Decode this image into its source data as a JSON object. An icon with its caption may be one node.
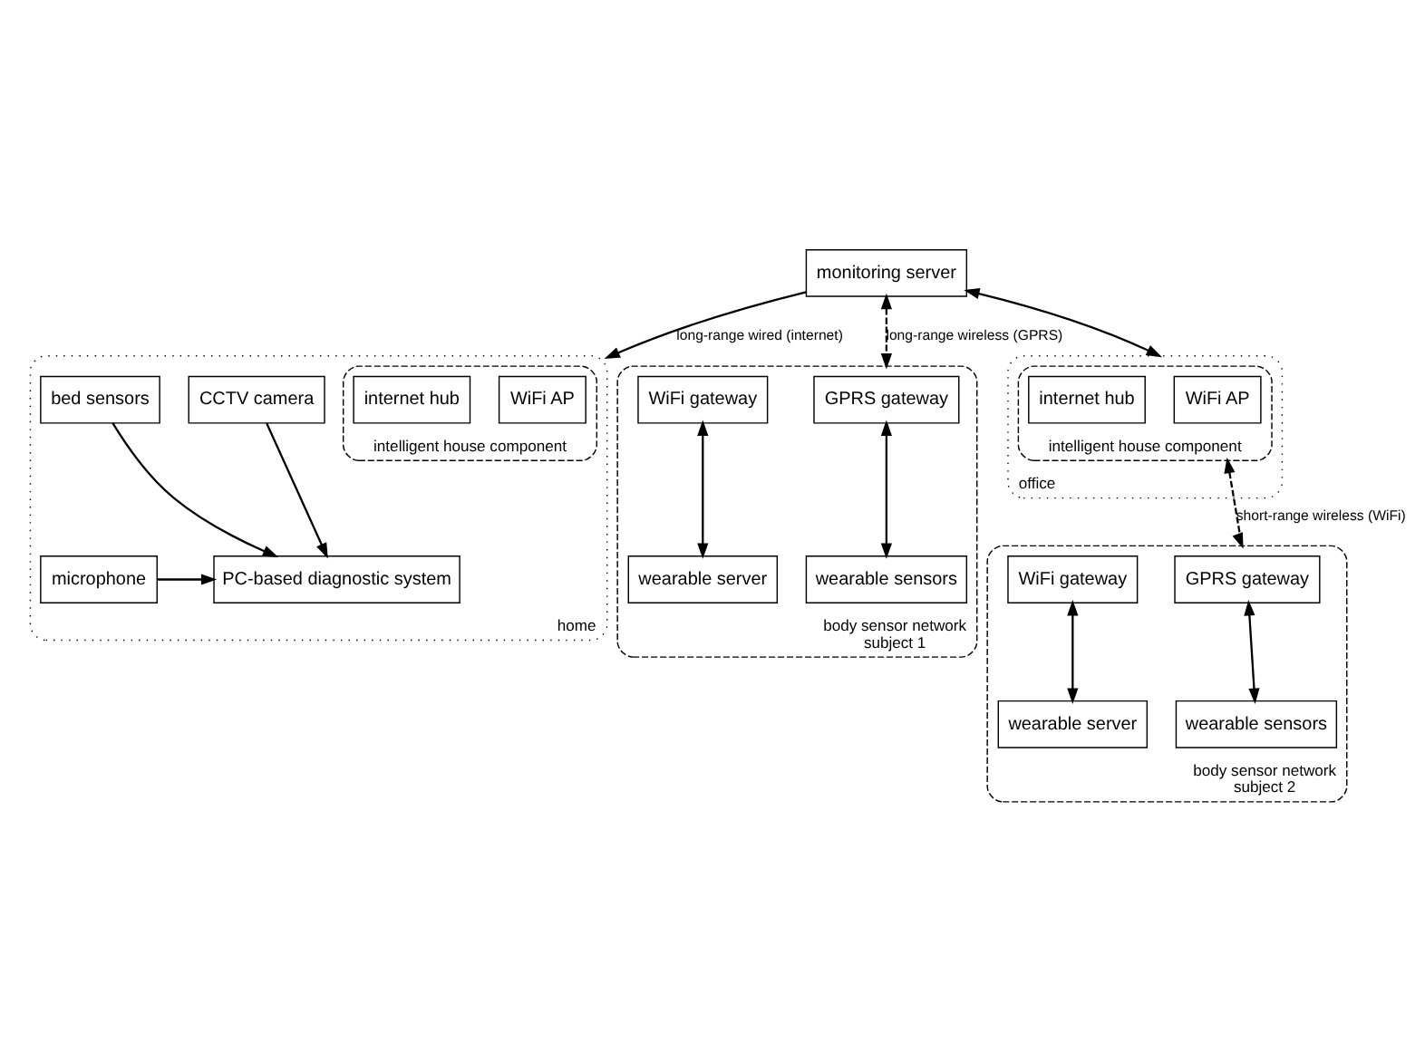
{
  "diagram": {
    "nodes": [
      {
        "text": [
          "monitoring server"
        ]
      },
      {
        "text": [
          "office"
        ]
      },
      {
        "text": [
          "intelligent house component"
        ],
        "in": 1
      },
      {
        "text": [
          "WiFi AP"
        ],
        "in": 2
      },
      {
        "text": [
          "internet hub"
        ],
        "in": 2
      },
      {
        "text": [
          "home"
        ]
      },
      {
        "text": [
          "intelligent house component"
        ],
        "in": 5
      },
      {
        "text": [
          "WiFi AP"
        ],
        "in": 6
      },
      {
        "text": [
          "internet hub"
        ],
        "in": 6
      },
      {
        "text": [
          "CCTV camera"
        ],
        "in": 5
      },
      {
        "text": [
          "bed sensors"
        ],
        "in": 5
      },
      {
        "text": [
          "microphone"
        ],
        "in": 5
      },
      {
        "text": [
          "PC-based diagnostic system"
        ],
        "in": 5
      },
      {
        "text": [
          "body sensor network",
          "subject 1"
        ]
      },
      {
        "text": [
          "GPRS gateway"
        ],
        "in": 13
      },
      {
        "text": [
          "WiFi gateway"
        ],
        "in": 13
      },
      {
        "text": [
          "wearable sensors"
        ],
        "in": 13
      },
      {
        "text": [
          "wearable server"
        ],
        "in": 13
      },
      {
        "text": [
          "body sensor network",
          "subject 2"
        ]
      },
      {
        "text": [
          "GPRS gateway"
        ],
        "in": 18
      },
      {
        "text": [
          "WiFi gateway"
        ],
        "in": 18
      },
      {
        "text": [
          "wearable sensors"
        ],
        "in": 18
      },
      {
        "text": [
          "wearable server"
        ],
        "in": 18
      }
    ],
    "edges": [
      {
        "from": 0,
        "to": 1,
        "arrow": "both"
      },
      {
        "from": 0,
        "to": 5,
        "arrow": "to",
        "label": "long-range wired (internet)"
      },
      {
        "from": 0,
        "to": 13,
        "arrow": "both",
        "style": "dashed",
        "label": "long-range wireless (GPRS)"
      },
      {
        "from": 2,
        "to": 18,
        "arrow": "both",
        "style": "dashed",
        "label": "short-range wireless (WiFi)"
      },
      {
        "from": 9,
        "to": 12,
        "arrow": "to"
      },
      {
        "from": 10,
        "to": 12,
        "arrow": "to"
      },
      {
        "from": 11,
        "to": 12,
        "arrow": "to"
      },
      {
        "from": 14,
        "to": 16,
        "arrow": "both"
      },
      {
        "from": 15,
        "to": 17,
        "arrow": "both"
      },
      {
        "from": 19,
        "to": 21,
        "arrow": "both"
      },
      {
        "from": 20,
        "to": 22,
        "arrow": "both"
      }
    ]
  }
}
